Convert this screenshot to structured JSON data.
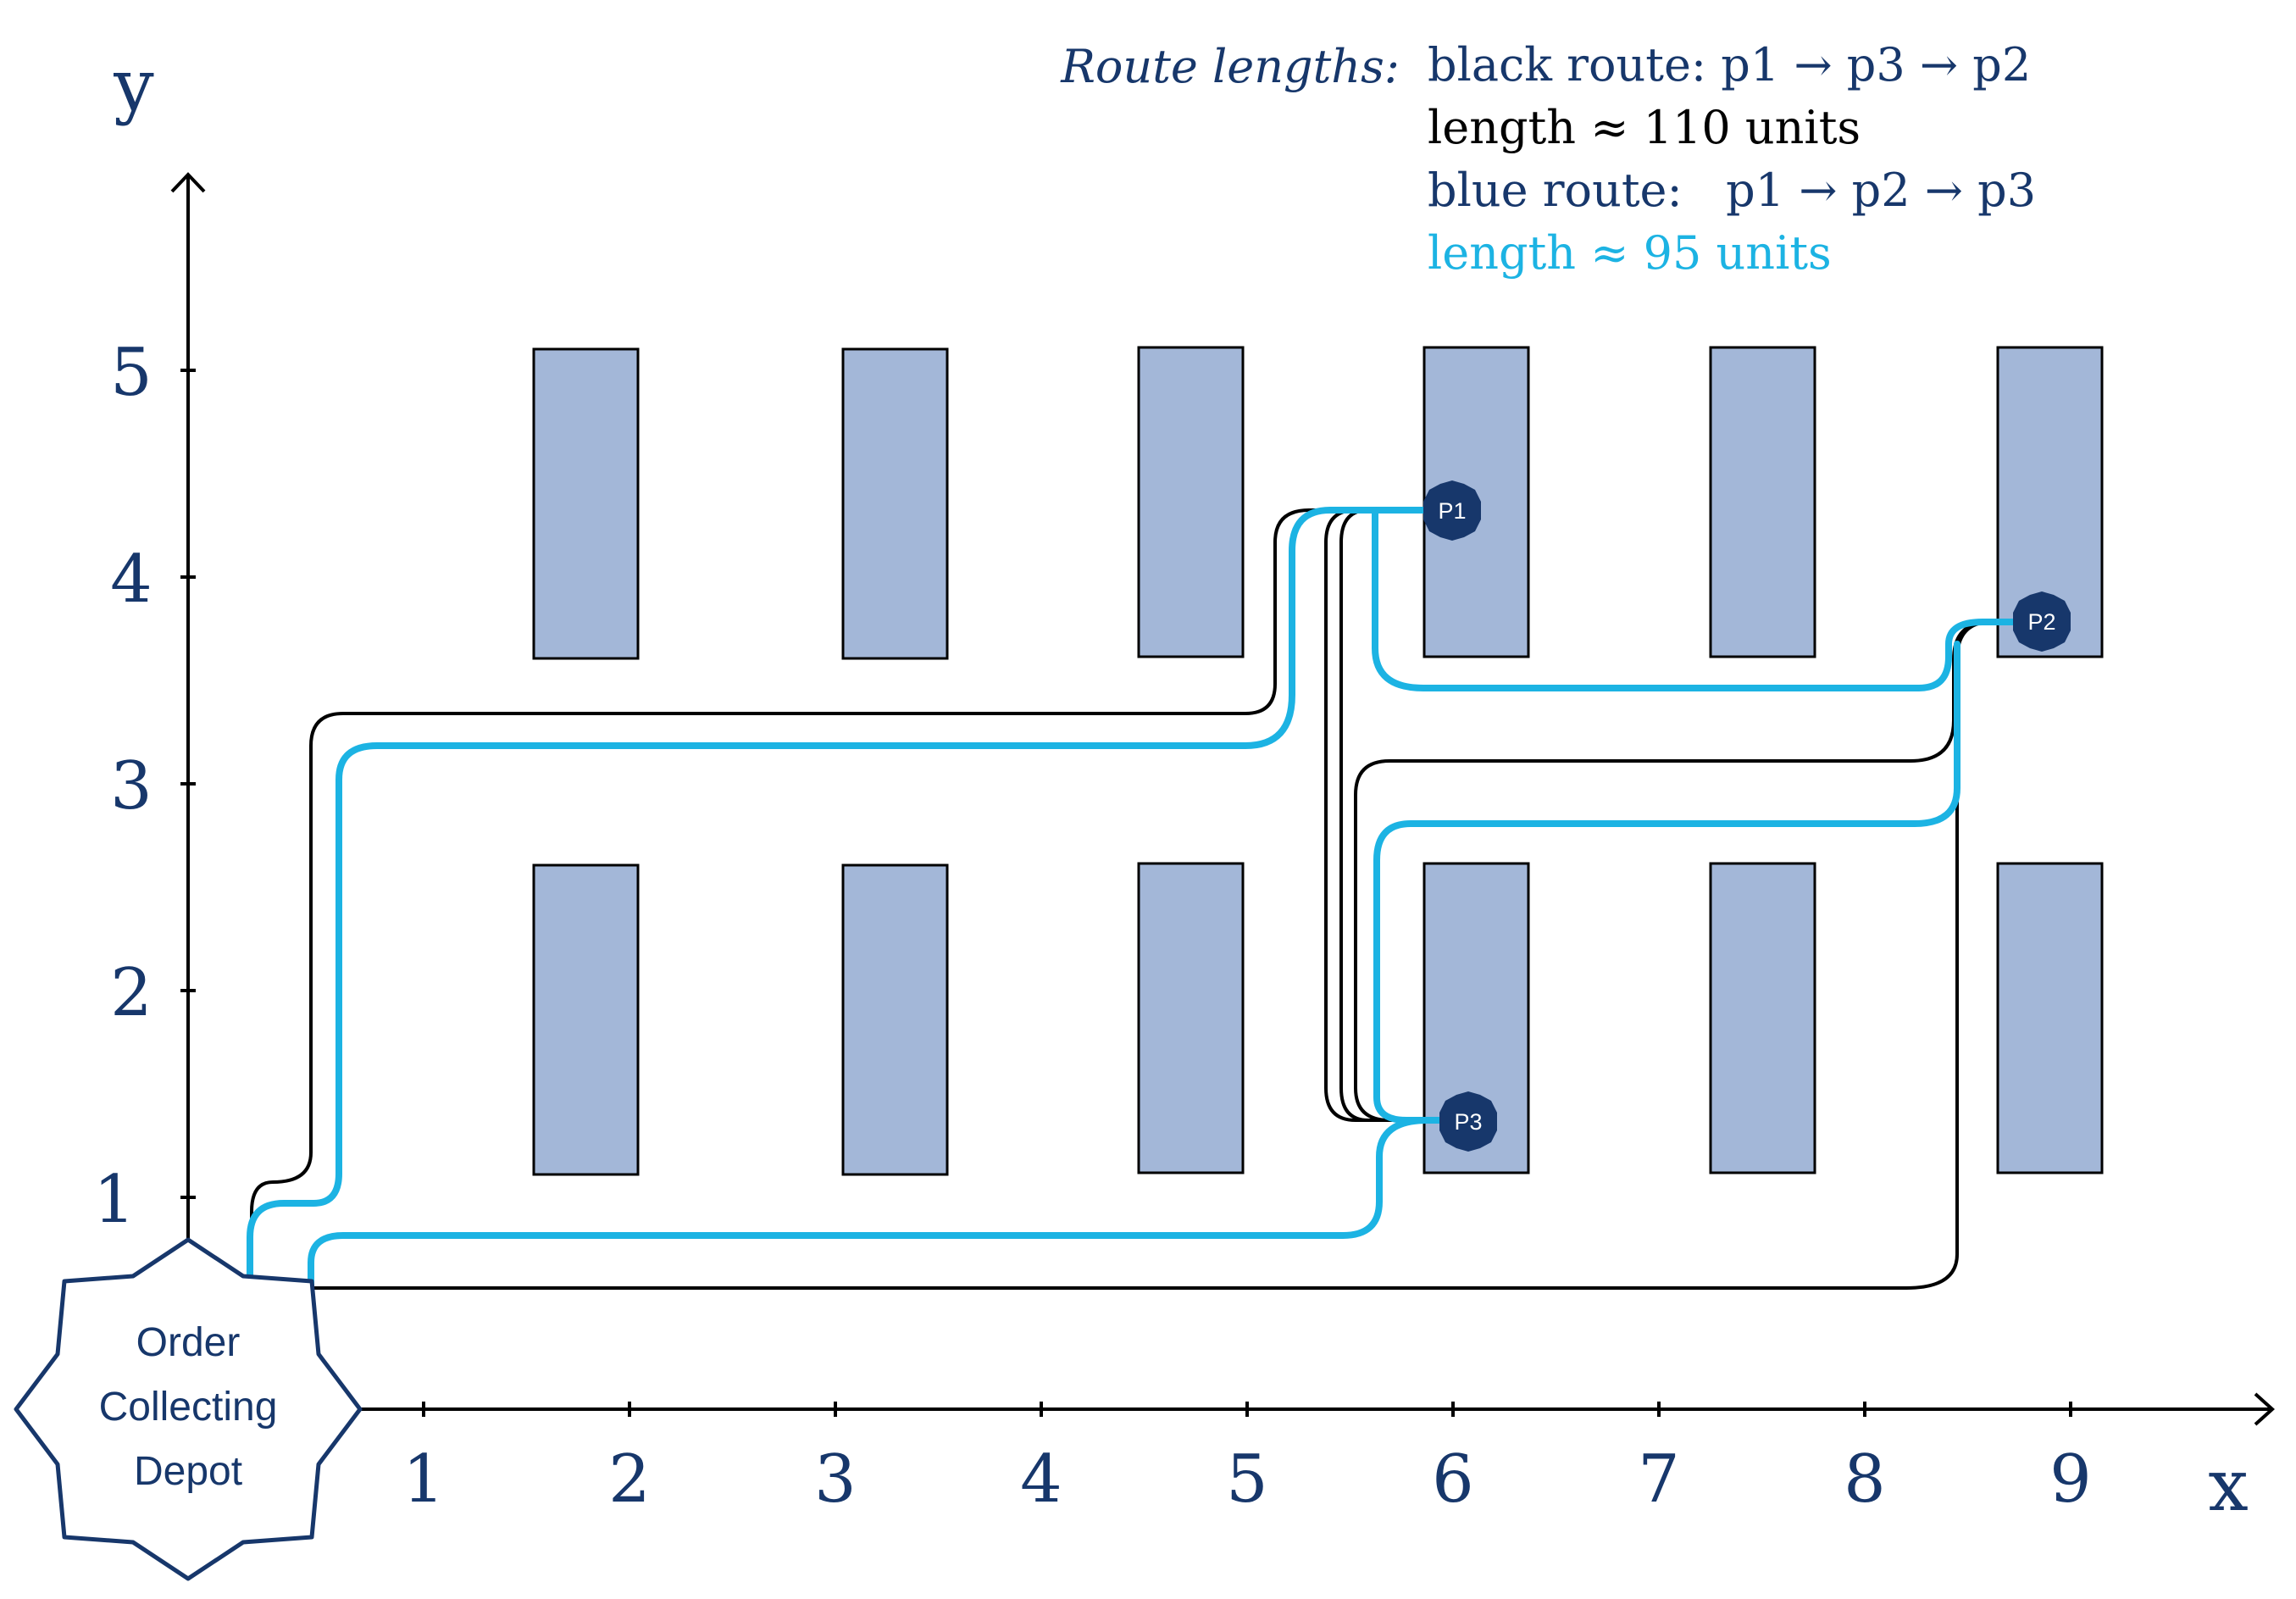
{
  "legend": {
    "caption": "Route lengths:",
    "black_route": "black route: p1 → p3 → p2",
    "black_length": "length ≈ 110 units",
    "blue_route": "blue route:   p1 → p2 → p3",
    "blue_length": "length ≈ 95 units"
  },
  "axes": {
    "x_label": "x",
    "y_label": "y",
    "x_ticks": [
      "1",
      "2",
      "3",
      "4",
      "5",
      "6",
      "7",
      "8",
      "9"
    ],
    "y_ticks": [
      "1",
      "2",
      "3",
      "4",
      "5"
    ]
  },
  "depot": {
    "lines": [
      "Order",
      "Collecting",
      "Depot"
    ]
  },
  "pick_points": [
    {
      "label": "P1"
    },
    {
      "label": "P2"
    },
    {
      "label": "P3"
    }
  ],
  "colors": {
    "axis": "#000000",
    "text_navy": "#17376b",
    "shelf_fill": "#a3b7d8",
    "shelf_stroke": "#000000",
    "black_route": "#000000",
    "blue_route": "#1cb3e3",
    "marker_fill": "#17376b",
    "depot_stroke": "#17376b"
  }
}
